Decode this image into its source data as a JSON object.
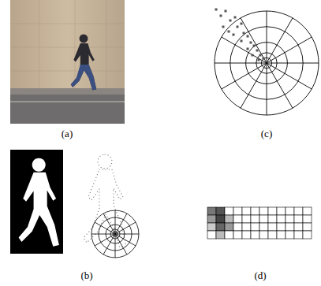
{
  "diagram": {
    "labels": [
      "(a)",
      "(c)",
      "(b)",
      "(d)"
    ]
  }
}
